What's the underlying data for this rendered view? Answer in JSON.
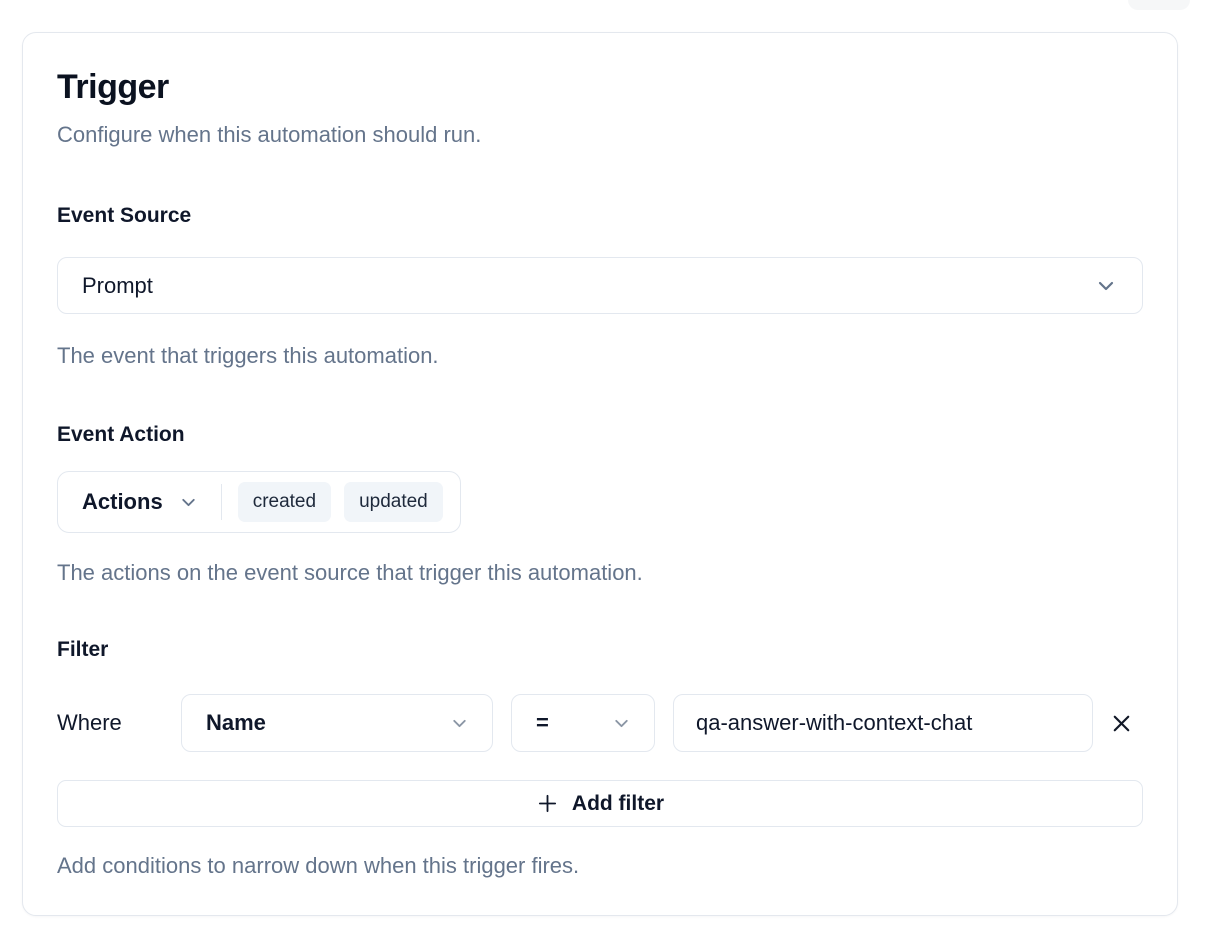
{
  "header": {
    "title": "Trigger",
    "subtitle": "Configure when this automation should run."
  },
  "event_source": {
    "label": "Event Source",
    "selected_value": "Prompt",
    "help": "The event that triggers this automation."
  },
  "event_action": {
    "label": "Event Action",
    "dropdown_label": "Actions",
    "chips": [
      "created",
      "updated"
    ],
    "help": "The actions on the event source that trigger this automation."
  },
  "filter": {
    "label": "Filter",
    "where_label": "Where",
    "field_selected": "Name",
    "operator_selected": "=",
    "value": "qa-answer-with-context-chat",
    "add_button_label": "Add filter",
    "help": "Add conditions to narrow down when this trigger fires."
  },
  "colors": {
    "card_border": "#e3e8ef",
    "text_primary": "#0f172a",
    "text_muted": "#64748b",
    "chip_background": "#f1f5f9",
    "icon_gray": "#64748b"
  }
}
